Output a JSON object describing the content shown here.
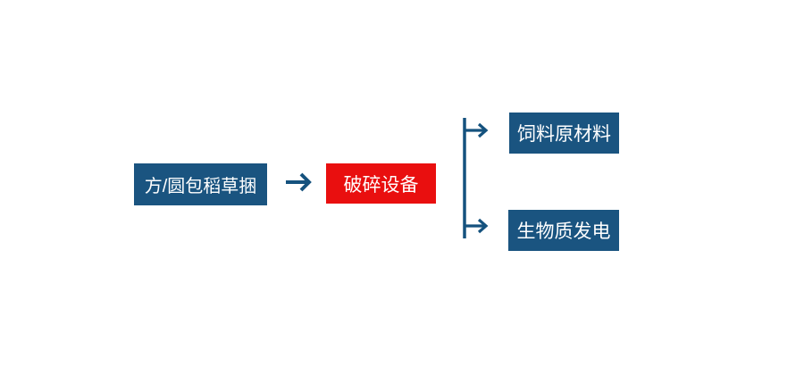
{
  "flow": {
    "source_box": {
      "label": "方/圆包稻草捆"
    },
    "process_box": {
      "label": "破碎设备"
    },
    "outputs": [
      {
        "label": "饲料原材料"
      },
      {
        "label": "生物质发电"
      }
    ],
    "colors": {
      "box_blue": "#1a5480",
      "box_red": "#e90f0f",
      "arrow_blue": "#15527e",
      "text": "#ffffff"
    }
  }
}
